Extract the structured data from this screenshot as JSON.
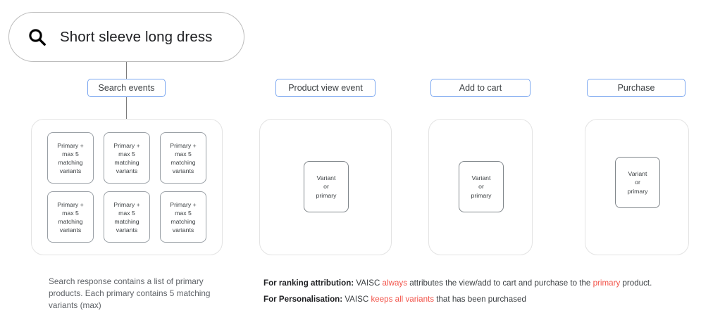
{
  "search": {
    "icon": "search-icon",
    "query": "Short sleeve long dress"
  },
  "stages": [
    {
      "id": "search-events",
      "label": "Search events"
    },
    {
      "id": "product-view-event",
      "label": "Product view event"
    },
    {
      "id": "add-to-cart",
      "label": "Add to cart"
    },
    {
      "id": "purchase",
      "label": "Purchase"
    }
  ],
  "search_panel": {
    "cards": [
      {
        "lines": [
          "Primary +",
          "max 5",
          "matching",
          "variants"
        ]
      },
      {
        "lines": [
          "Primary +",
          "max 5",
          "matching",
          "variants"
        ]
      },
      {
        "lines": [
          "Primary +",
          "max 5",
          "matching",
          "variants"
        ]
      },
      {
        "lines": [
          "Primary +",
          "max 5",
          "matching",
          "variants"
        ]
      },
      {
        "lines": [
          "Primary +",
          "max 5",
          "matching",
          "variants"
        ]
      },
      {
        "lines": [
          "Primary +",
          "max 5",
          "matching",
          "variants"
        ]
      }
    ]
  },
  "variant_card": {
    "line1": "Variant",
    "line2": "or",
    "line3": "primary"
  },
  "captions": {
    "left": "Search response contains a list of primary products. Each primary contains 5 matching variants (max)",
    "right": {
      "line1": {
        "bold": "For ranking attribution:",
        "part1": " VAISC ",
        "highlight1": "always",
        "part2": " attributes the view/add to cart and purchase to the ",
        "highlight2": "primary",
        "part3": " product."
      },
      "line2": {
        "bold": "For Personalisation:",
        "part1": " VAISC ",
        "highlight1": "keeps all variants",
        "part2": " that has been purchased"
      }
    }
  },
  "colors": {
    "accent_blue": "#7ba7f0",
    "highlight_red": "#f2544a",
    "panel_border": "#e3e3e3",
    "card_border": "#9aa0a6",
    "text": "#3c4043"
  }
}
